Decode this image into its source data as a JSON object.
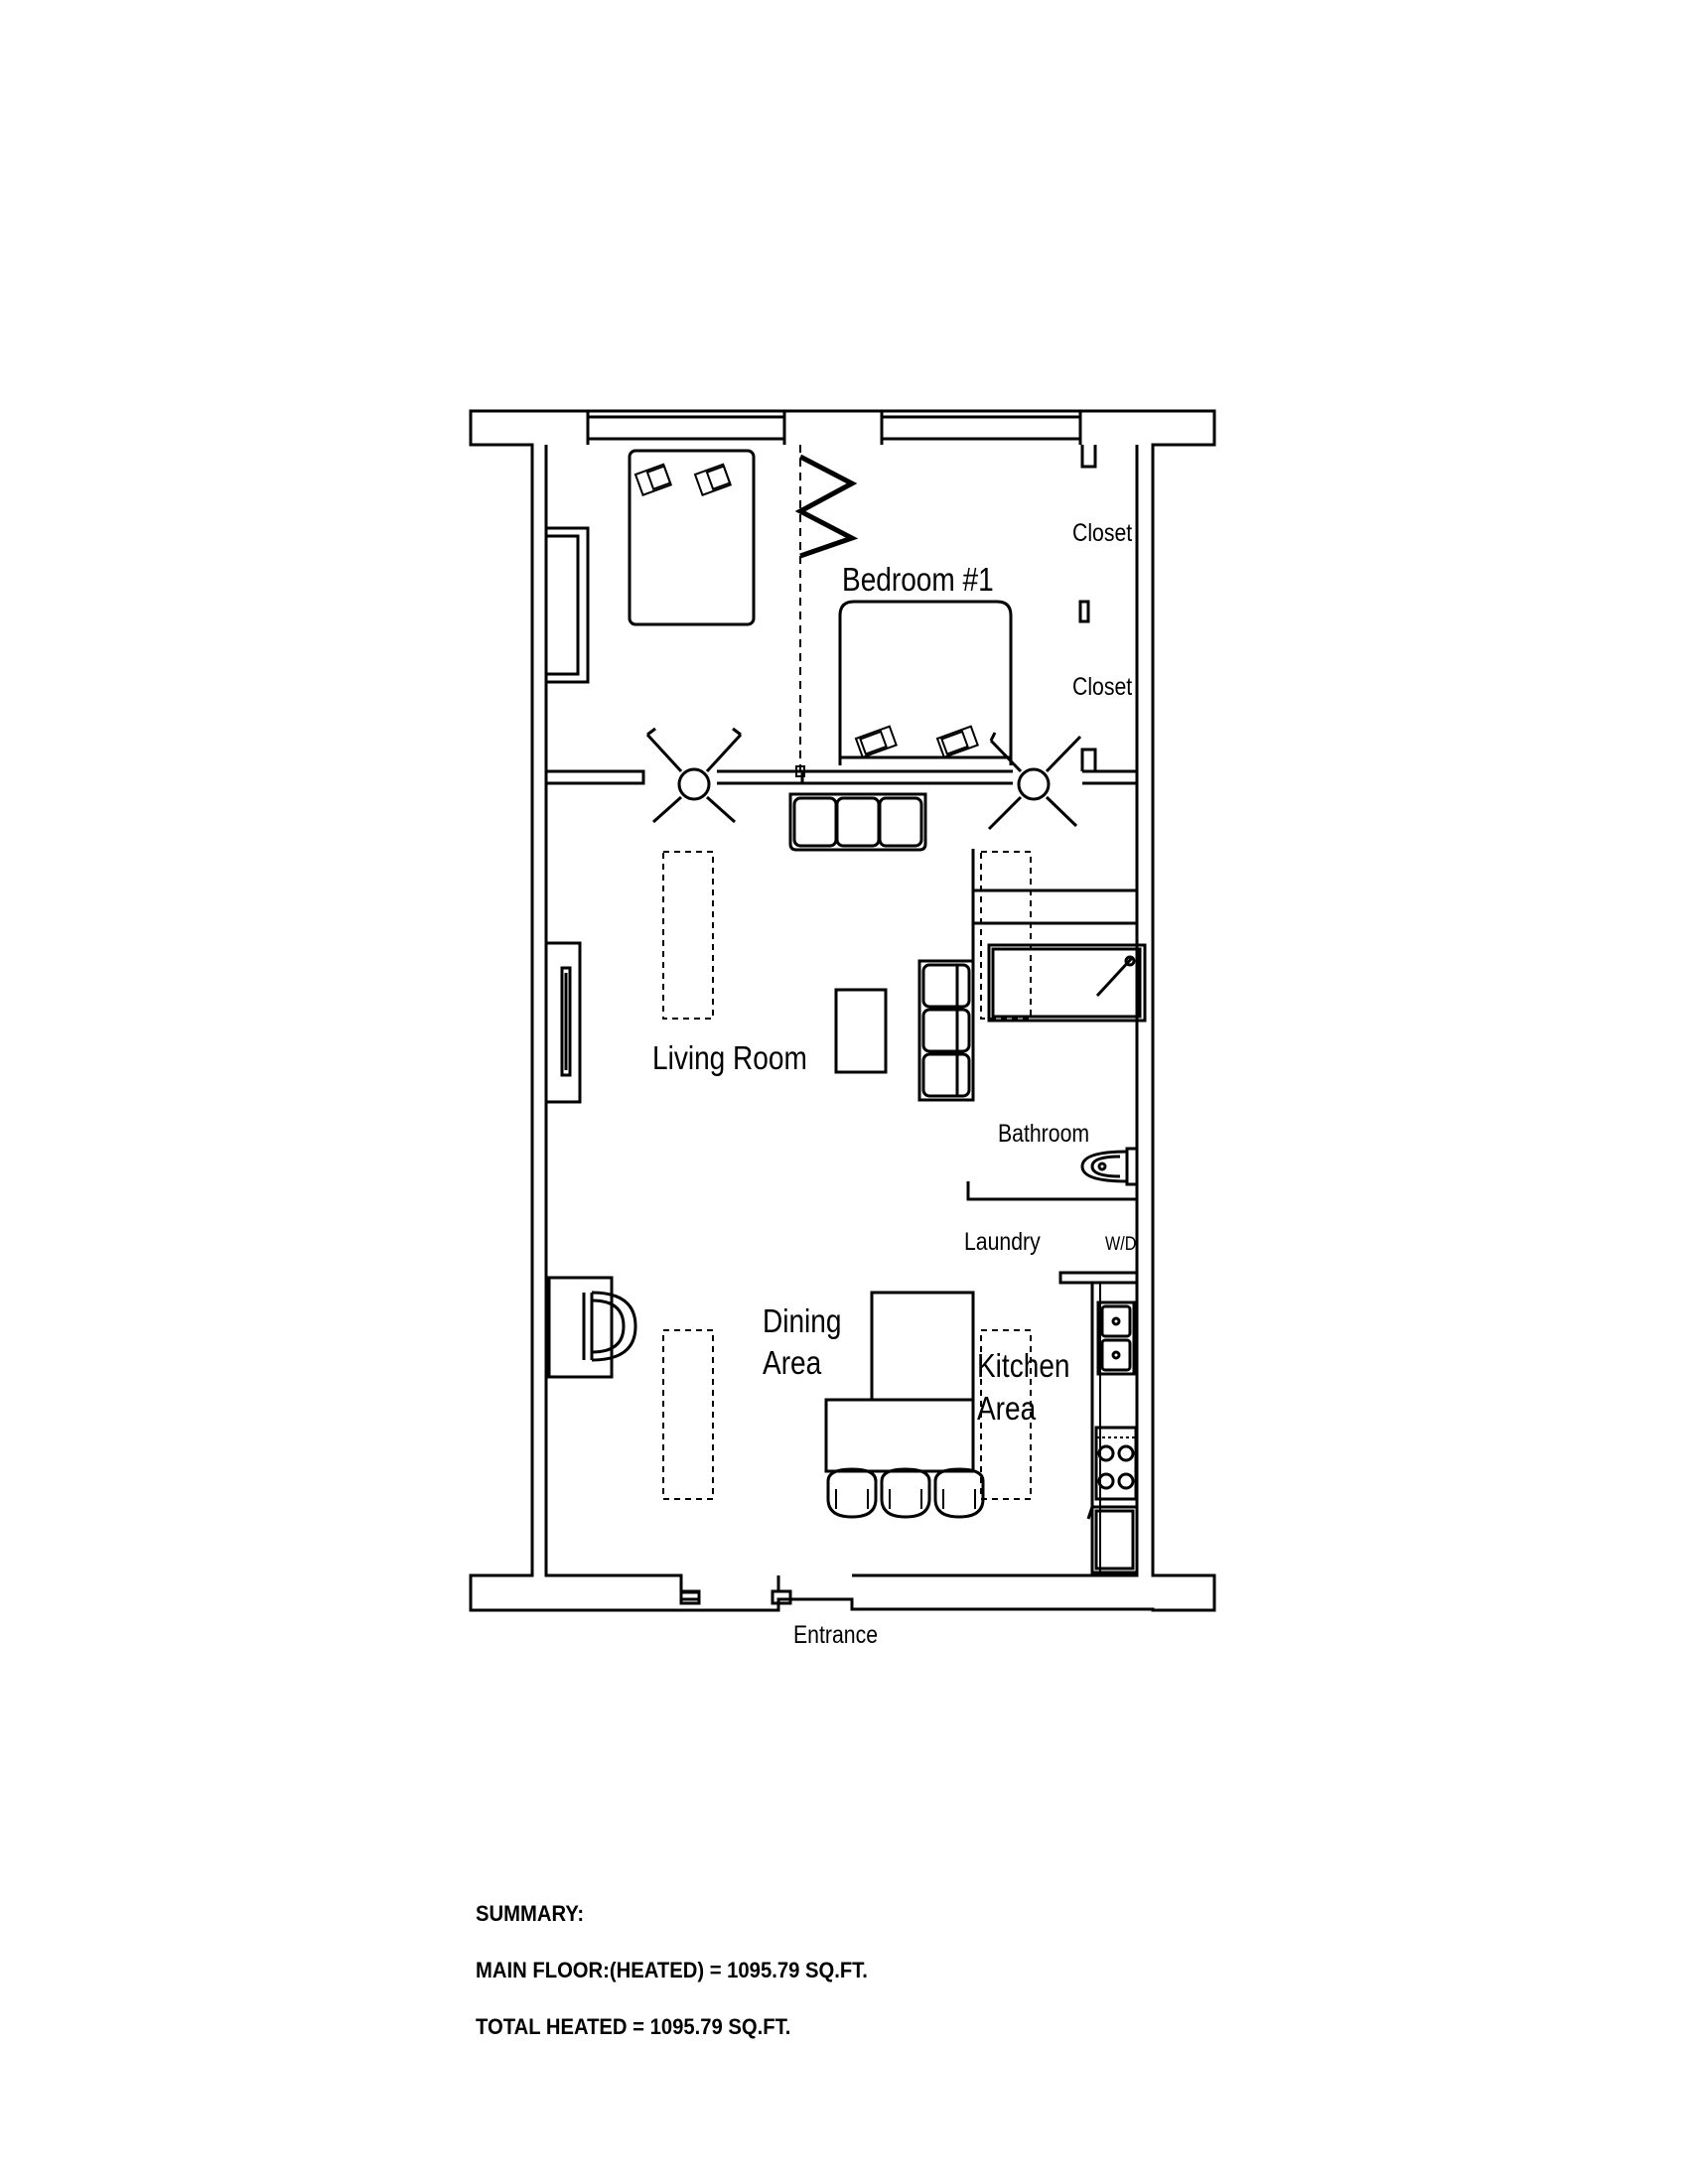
{
  "rooms": {
    "bedroom": "Bedroom #1",
    "closet_upper": "Closet",
    "closet_lower": "Closet",
    "living": "Living Room",
    "bathroom": "Bathroom",
    "laundry": "Laundry",
    "wd": "W/D",
    "dining_line1": "Dining",
    "dining_line2": "Area",
    "kitchen_line1": "Kitchen",
    "kitchen_line2": "Area",
    "entrance": "Entrance"
  },
  "summary": {
    "heading": "SUMMARY:",
    "main_floor": "MAIN FLOOR:(HEATED) = 1095.79 SQ.FT.",
    "total": "TOTAL HEATED = 1095.79 SQ.FT."
  }
}
